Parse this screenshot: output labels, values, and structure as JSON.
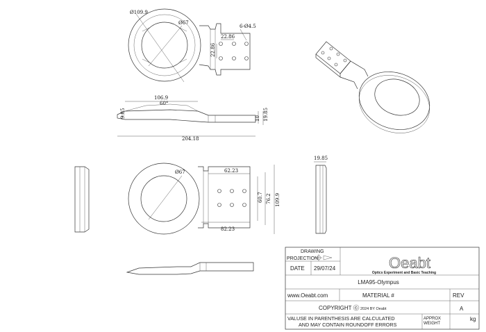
{
  "dimensions": {
    "top_outer_dia": "Ø109.9",
    "top_inner_dia": "Ø67",
    "hole_spec": "6-Ø4.5",
    "hole_pitch_x": "22.86",
    "hole_pitch_y": "22.86",
    "side_width": "106.9",
    "side_angle": "60°",
    "side_left_h": "9.85",
    "side_right_10": "10",
    "side_right_h": "19.85",
    "total_length": "204.18",
    "front_inner_dia": "Ø67",
    "front_top_width": "62.23",
    "front_h1": "60.7",
    "front_h2": "76.2",
    "front_h3": "109.9",
    "front_bottom_width": "82.23",
    "right_thickness": "19.85"
  },
  "title_block": {
    "drawing_label": "DRAWING",
    "projection_label": "PROJECTION",
    "date_label": "DATE",
    "date_value": "29/07/24",
    "logo_text": "Oeabt",
    "logo_subtitle": "Optics Experiment and Basic Teaching",
    "part_name": "LMA95-Olympus",
    "website": "www.Oeabt.com",
    "material_label": "MATERIAL #",
    "rev_label": "REV",
    "rev_value": "A",
    "copyright_label": "COPYRIGHT",
    "copyright_suffix": "2024 BY Oeabt",
    "copyright_symbol": "©",
    "note_line1": "VALUSE IN PARENTHESIS ARE CALCULATED",
    "note_line2": "AND MAY CONTAIN ROUNDOFF ERRORS",
    "approx_label": "APPROX",
    "weight_label": "WEIGHT",
    "weight_unit": "kg"
  }
}
